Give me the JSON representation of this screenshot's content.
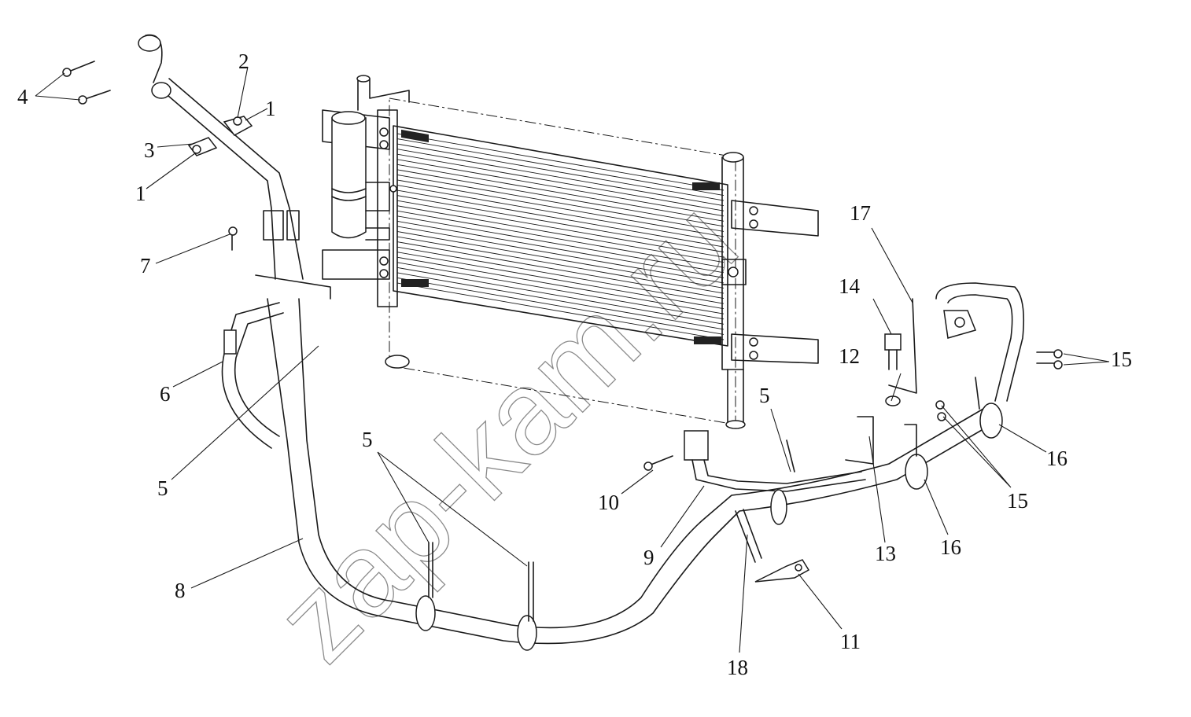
{
  "watermark": "zap-kam.ru",
  "callouts": [
    {
      "id": "c1a",
      "text": "1"
    },
    {
      "id": "c1b",
      "text": "1"
    },
    {
      "id": "c2",
      "text": "2"
    },
    {
      "id": "c3",
      "text": "3"
    },
    {
      "id": "c4",
      "text": "4"
    },
    {
      "id": "c5a",
      "text": "5"
    },
    {
      "id": "c5b",
      "text": "5"
    },
    {
      "id": "c5c",
      "text": "5"
    },
    {
      "id": "c6",
      "text": "6"
    },
    {
      "id": "c7",
      "text": "7"
    },
    {
      "id": "c8",
      "text": "8"
    },
    {
      "id": "c9",
      "text": "9"
    },
    {
      "id": "c10",
      "text": "10"
    },
    {
      "id": "c11",
      "text": "11"
    },
    {
      "id": "c12",
      "text": "12"
    },
    {
      "id": "c13",
      "text": "13"
    },
    {
      "id": "c14",
      "text": "14"
    },
    {
      "id": "c15a",
      "text": "15"
    },
    {
      "id": "c15b",
      "text": "15"
    },
    {
      "id": "c16a",
      "text": "16"
    },
    {
      "id": "c16b",
      "text": "16"
    },
    {
      "id": "c17",
      "text": "17"
    },
    {
      "id": "c18",
      "text": "18"
    }
  ]
}
